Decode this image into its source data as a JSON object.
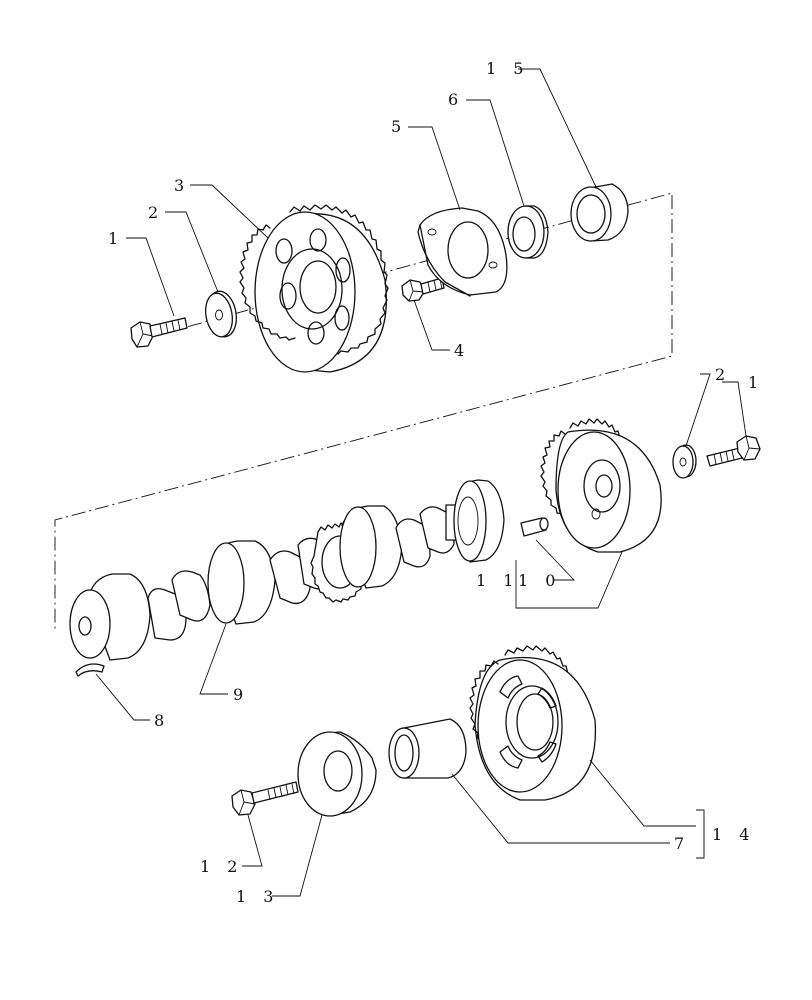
{
  "callouts": {
    "c15": "1 5",
    "c6": "6",
    "c5": "5",
    "c3": "3",
    "c2a": "2",
    "c1a": "1",
    "c4": "4",
    "c2b": "2",
    "c1b": "1",
    "c11": "1 1",
    "c10": "1 0",
    "c9": "9",
    "c8": "8",
    "c7": "7",
    "c14": "1 4",
    "c12": "1 2",
    "c13": "1 3"
  }
}
